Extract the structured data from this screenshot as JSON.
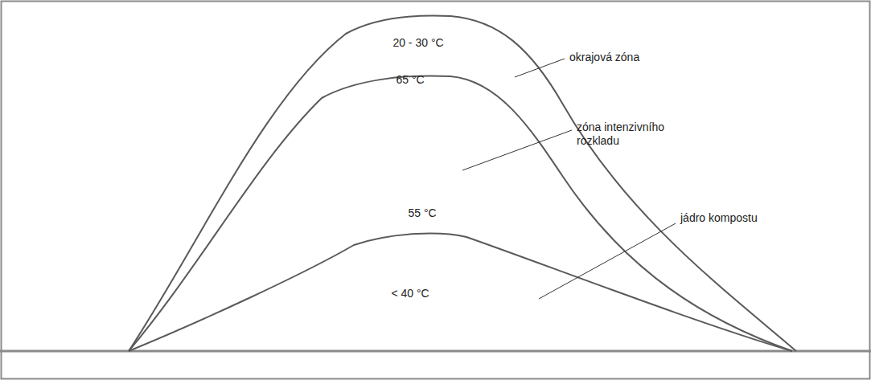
{
  "diagram": {
    "labels": [
      "20 - 30 °C",
      "65 °C",
      "55 °C",
      "< 40 °C",
      "okrajová zóna",
      "zóna intenzivního rozkladu",
      "jádro kompostu"
    ]
  }
}
